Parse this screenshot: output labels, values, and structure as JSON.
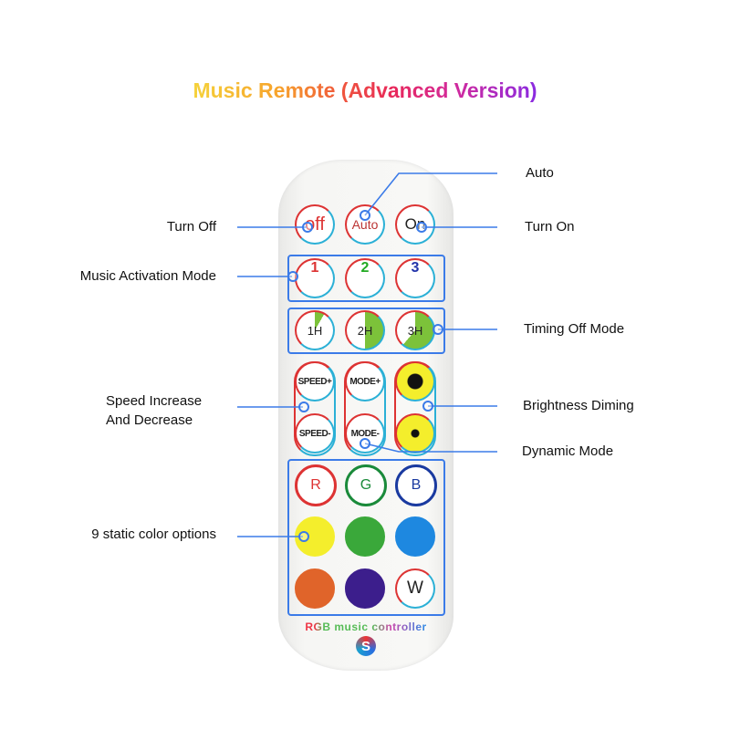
{
  "title": "Music Remote (Advanced Version)",
  "labels": {
    "auto": "Auto",
    "turn_off": "Turn Off",
    "turn_on": "Turn On",
    "music_mode": "Music Activation Mode",
    "timing": "Timing Off Mode",
    "speed_1": "Speed Increase",
    "speed_2": "And Decrease",
    "brightness": "Brightness Diming",
    "dynamic": "Dynamic Mode",
    "colors": "9 static color options"
  },
  "buttons": {
    "off": "off",
    "auto": "Auto",
    "on": "On",
    "music": [
      "1",
      "2",
      "3"
    ],
    "timer": [
      "1H",
      "2H",
      "3H"
    ],
    "speed_up": "SPEED+",
    "speed_down": "SPEED-",
    "mode_up": "MODE+",
    "mode_down": "MODE-",
    "r": "R",
    "g": "G",
    "b": "B",
    "w": "W"
  },
  "colors": {
    "accent": "#3b7be8",
    "yellow": "#f4ee2c",
    "green": "#3aa83a",
    "blue": "#1e88e0",
    "orange": "#e0642a",
    "purple": "#3c1e8c"
  },
  "brand": "RGB music controller",
  "logo": "S"
}
